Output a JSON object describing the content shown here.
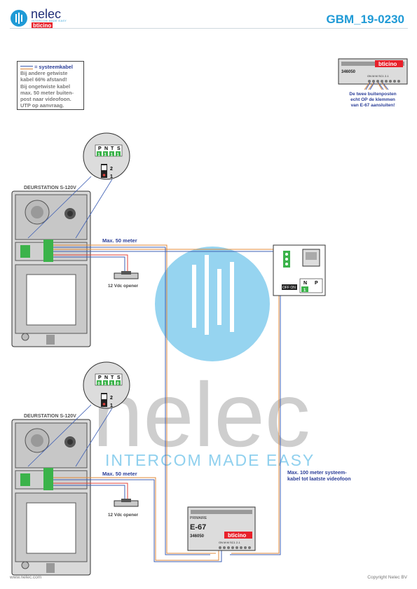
{
  "header": {
    "brand_name": "nelec",
    "brand_tagline": "INTERCOM MADE EASY",
    "brand_partner": "bticino",
    "document_code": "GBM_19-0230"
  },
  "note": {
    "legend": "= systeemkabel",
    "lines": [
      "Bij andere getwiste",
      "kabel 66% afstand!",
      "Bij ongetwiste kabel",
      "max. 50 meter buiten-",
      "post naar videofoon.",
      "UTP op aanvraag."
    ]
  },
  "inset": {
    "part_number": "346050",
    "brand": "bticino",
    "terminals": "ON  M  M  SC1  2-1",
    "caption_lines": [
      "De twee buitenposten",
      "echt OP de klemmen",
      "van E-67 aansluiten!"
    ]
  },
  "stations": [
    {
      "title": "DEURSTATION S-120V",
      "dip_headers": [
        "P",
        "N",
        "T",
        "S"
      ],
      "dip_values": [
        "1",
        "1",
        "1",
        "1"
      ],
      "jumper_top": "2",
      "jumper_bottom": "1",
      "cable_label": "Max. 50 meter",
      "opener_label": "12 Vdc opener"
    },
    {
      "title": "DEURSTATION S-120V",
      "dip_headers": [
        "P",
        "N",
        "T",
        "S"
      ],
      "dip_values": [
        "0",
        "1",
        "1",
        "0"
      ],
      "jumper_top": "2",
      "jumper_bottom": "1",
      "cable_label": "Max. 50 meter",
      "opener_label": "12 Vdc opener"
    }
  ],
  "monitor": {
    "switch_label": "OFF ON",
    "dip_headers": [
      "N",
      "P"
    ],
    "dip_values": [
      "1",
      ""
    ]
  },
  "supply": {
    "label_top": "PRIMAIRE",
    "model": "E-67",
    "part_number": "346050",
    "brand": "bticino",
    "terminals": "ON  M  M  SC1  2-1"
  },
  "system_note": [
    "Max. 100 meter systeem-",
    "kabel tot laatste videofoon"
  ],
  "watermark": {
    "big_text": "nelec",
    "tagline": "INTERCOM MADE EASY"
  },
  "footer": {
    "website": "www.nelec.com",
    "copyright": "Copyright Nelec BV"
  },
  "colors": {
    "accent_blue": "#1f9ad6",
    "label_blue": "#2c3f99",
    "wire_orange": "#e08a3a",
    "wire_blue": "#3e5fb4",
    "wire_red": "#e0413a",
    "terminal_green": "#3bb34a"
  }
}
